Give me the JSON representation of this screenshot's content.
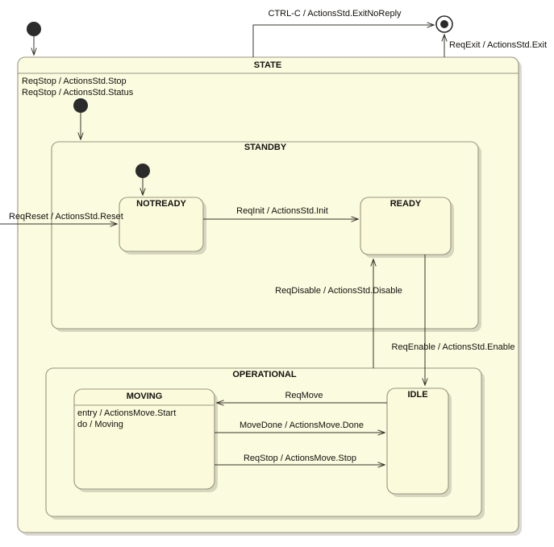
{
  "diagram": {
    "type": "uml-state-machine",
    "colors": {
      "composite_fill": "#fbfbdf",
      "simple_fill": "#fbfadb",
      "border": "#9a9580",
      "edge": "#3a352b",
      "text": "#13110e",
      "page_background": "#ffffff",
      "node_marker": "#2b2b2b"
    },
    "pseudostates": {
      "top_initial": "initial-pseudostate",
      "state_initial": "initial-pseudostate",
      "standby_initial": "initial-pseudostate",
      "final": "final-state"
    }
  },
  "states": {
    "state": {
      "name": "STATE",
      "kind": "composite",
      "internal_transitions": [
        "ReqStop / ActionsStd.Stop",
        "ReqStop / ActionsStd.Status"
      ]
    },
    "standby": {
      "name": "STANDBY",
      "kind": "composite"
    },
    "notready": {
      "name": "NOTREADY",
      "kind": "simple"
    },
    "ready": {
      "name": "READY",
      "kind": "simple"
    },
    "operational": {
      "name": "OPERATIONAL",
      "kind": "composite"
    },
    "moving": {
      "name": "MOVING",
      "kind": "simple",
      "actions": [
        "entry / ActionsMove.Start",
        "do / Moving"
      ]
    },
    "idle": {
      "name": "IDLE",
      "kind": "simple"
    }
  },
  "transitions": {
    "ctrl_c_exit_no_reply": "CTRL-C / ActionsStd.ExitNoReply",
    "req_exit": "ReqExit / ActionsStd.Exit",
    "req_reset": "ReqReset / ActionsStd.Reset",
    "req_init": "ReqInit / ActionsStd.Init",
    "req_disable": "ReqDisable / ActionsStd.Disable",
    "req_enable": "ReqEnable / ActionsStd.Enable",
    "req_move": "ReqMove",
    "move_done": "MoveDone / ActionsMove.Done",
    "req_stop_move": "ReqStop / ActionsMove.Stop"
  }
}
